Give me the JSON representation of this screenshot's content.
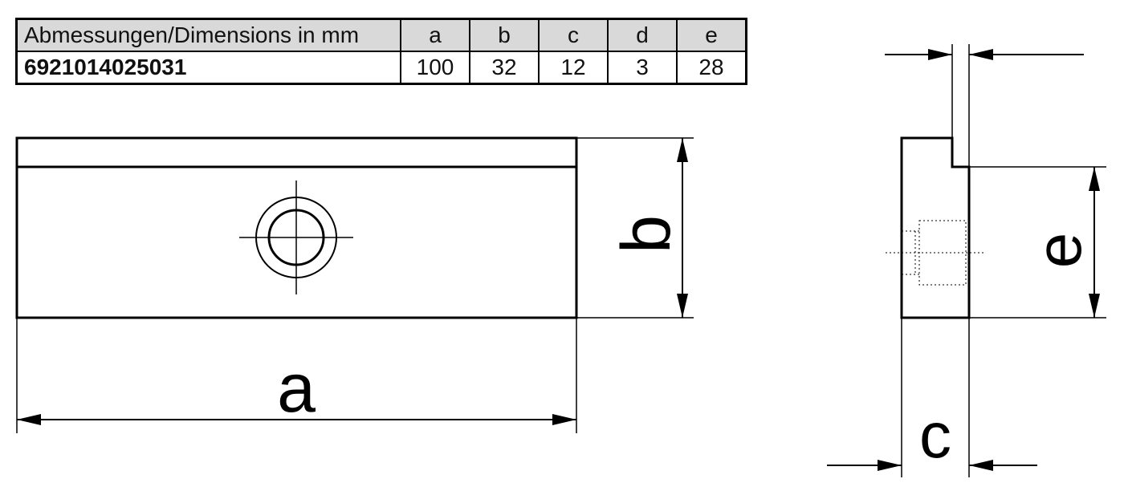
{
  "table": {
    "title_header": "Abmessungen/Dimensions in mm",
    "columns": [
      "a",
      "b",
      "c",
      "d",
      "e"
    ],
    "row": {
      "article": "6921014025031",
      "values": [
        "100",
        "32",
        "12",
        "3",
        "28"
      ]
    }
  },
  "drawing": {
    "front_view": {
      "width_label": "a",
      "height_label": "b"
    },
    "side_view": {
      "depth_label": "c",
      "height_label": "e"
    }
  }
}
